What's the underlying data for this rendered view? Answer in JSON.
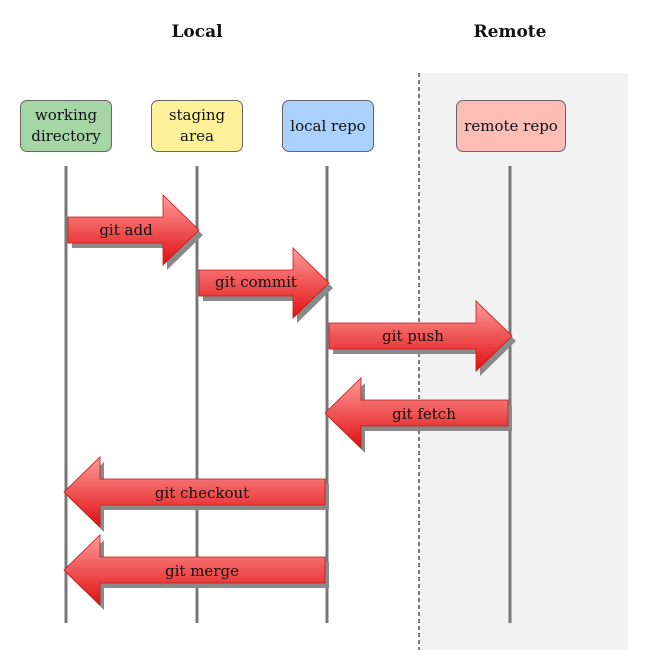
{
  "headers": {
    "local": "Local",
    "remote": "Remote"
  },
  "boxes": [
    {
      "label": "working\ndirectory",
      "color": "#a6d5a6"
    },
    {
      "label": "staging\narea",
      "color": "#fdf29a"
    },
    {
      "label": "local repo",
      "color": "#a9d1fb"
    },
    {
      "label": "remote repo",
      "color": "#fbbdb5"
    }
  ],
  "commands": [
    {
      "label": "git add",
      "from": 0,
      "to": 1
    },
    {
      "label": "git commit",
      "from": 1,
      "to": 2
    },
    {
      "label": "git push",
      "from": 2,
      "to": 3
    },
    {
      "label": "git fetch",
      "from": 3,
      "to": 2
    },
    {
      "label": "git checkout",
      "from": 2,
      "to": 0
    },
    {
      "label": "git merge",
      "from": 2,
      "to": 0
    }
  ],
  "colors": {
    "arrow_top": "#ff9a9a",
    "arrow_bottom": "#e01010",
    "remote_bg": "#f2f2f2",
    "lifeline": "#777777"
  }
}
